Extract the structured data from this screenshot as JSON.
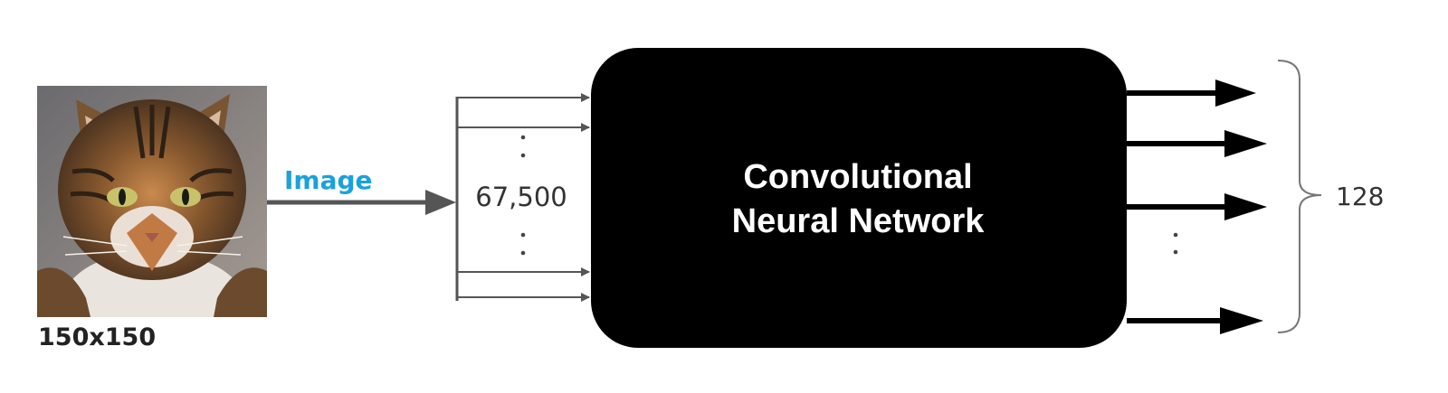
{
  "input": {
    "size_label": "150x150",
    "edge_label": "Image"
  },
  "flatten": {
    "count_label": "67,500"
  },
  "network": {
    "line1": "Convolutional",
    "line2": "Neural Network"
  },
  "output": {
    "count_label": "128"
  },
  "colors": {
    "edge_label": "#1ba1db",
    "box": "#000000",
    "box_text": "#ffffff",
    "thin_arrow": "#555555",
    "thick_arrow": "#000000",
    "brace": "#777777"
  }
}
